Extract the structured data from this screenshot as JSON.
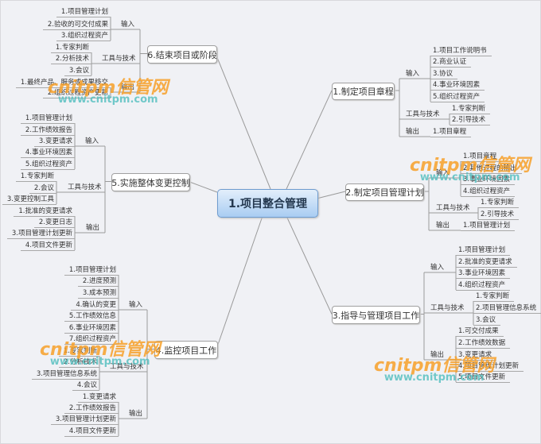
{
  "center": {
    "label": "1.项目整合管理"
  },
  "branches": [
    {
      "label": "1.制定项目章程",
      "groups": [
        {
          "label": "输入",
          "items": [
            "1.项目工作说明书",
            "2.商业认证",
            "3.协议",
            "4.事业环境因素",
            "5.组织过程资产"
          ]
        },
        {
          "label": "工具与技术",
          "items": [
            "1.专家判断",
            "2.引导技术"
          ]
        },
        {
          "label": "输出",
          "items": [
            "1.项目章程"
          ]
        }
      ]
    },
    {
      "label": "2.制定项目管理计划",
      "groups": [
        {
          "label": "输入",
          "items": [
            "1.项目章程",
            "2.其他过程的输出",
            "3.事业环境因素",
            "4.组织过程资产"
          ]
        },
        {
          "label": "工具与技术",
          "items": [
            "1.专家判断",
            "2.引导技术"
          ]
        },
        {
          "label": "输出",
          "items": [
            "1.项目管理计划"
          ]
        }
      ]
    },
    {
      "label": "3.指导与管理项目工作",
      "groups": [
        {
          "label": "输入",
          "items": [
            "1.项目管理计划",
            "2.批准的变更请求",
            "3.事业环境因素",
            "4.组织过程资产"
          ]
        },
        {
          "label": "工具与技术",
          "items": [
            "1.专家判断",
            "2.项目管理信息系统",
            "3.会议"
          ]
        },
        {
          "label": "输出",
          "items": [
            "1.可交付成果",
            "2.工作绩效数据",
            "3.变更请求",
            "4.项目管理计划更新",
            "5.项目文件更新"
          ]
        }
      ]
    },
    {
      "label": "4.监控项目工作",
      "groups": [
        {
          "label": "输入",
          "items": [
            "1.项目管理计划",
            "2.进度预测",
            "3.成本预测",
            "4.确认的变更",
            "5.工作绩效信息",
            "6.事业环境因素",
            "7.组织过程资产"
          ]
        },
        {
          "label": "工具与技术",
          "items": [
            "1.专家判断",
            "2.分析技术",
            "3.项目管理信息系统",
            "4.会议"
          ]
        },
        {
          "label": "输出",
          "items": [
            "1.变更请求",
            "2.工作绩效报告",
            "3.项目管理计划更新",
            "4.项目文件更新"
          ]
        }
      ]
    },
    {
      "label": "5.实施整体变更控制",
      "groups": [
        {
          "label": "输入",
          "items": [
            "1.项目管理计划",
            "2.工作绩效报告",
            "3.变更请求",
            "4.事业环境因素",
            "5.组织过程资产"
          ]
        },
        {
          "label": "工具与技术",
          "items": [
            "1.专家判断",
            "2.会议",
            "3.变更控制工具"
          ]
        },
        {
          "label": "输出",
          "items": [
            "1.批准的变更请求",
            "2.变更日志",
            "3.项目管理计划更新",
            "4.项目文件更新"
          ]
        }
      ]
    },
    {
      "label": "6.结束项目或阶段",
      "groups": [
        {
          "label": "输入",
          "items": [
            "1.项目管理计划",
            "2.验收的可交付成果",
            "3.组织过程资产"
          ]
        },
        {
          "label": "工具与技术",
          "items": [
            "1.专家判断",
            "2.分析技术",
            "3.会议"
          ]
        },
        {
          "label": "输出",
          "items": [
            "1.最终产品、服务或成果移交",
            "2.组织过程资产更新"
          ]
        }
      ]
    }
  ],
  "watermark": {
    "brand": "cnitpm信管网",
    "url": "www.cnitpm.com"
  },
  "colors": {
    "background": "#f0f1f5",
    "center_fill": "#a9cdf2",
    "line": "#9a9a9a",
    "watermark_orange": "#f7a028",
    "watermark_teal": "#50bebe"
  }
}
